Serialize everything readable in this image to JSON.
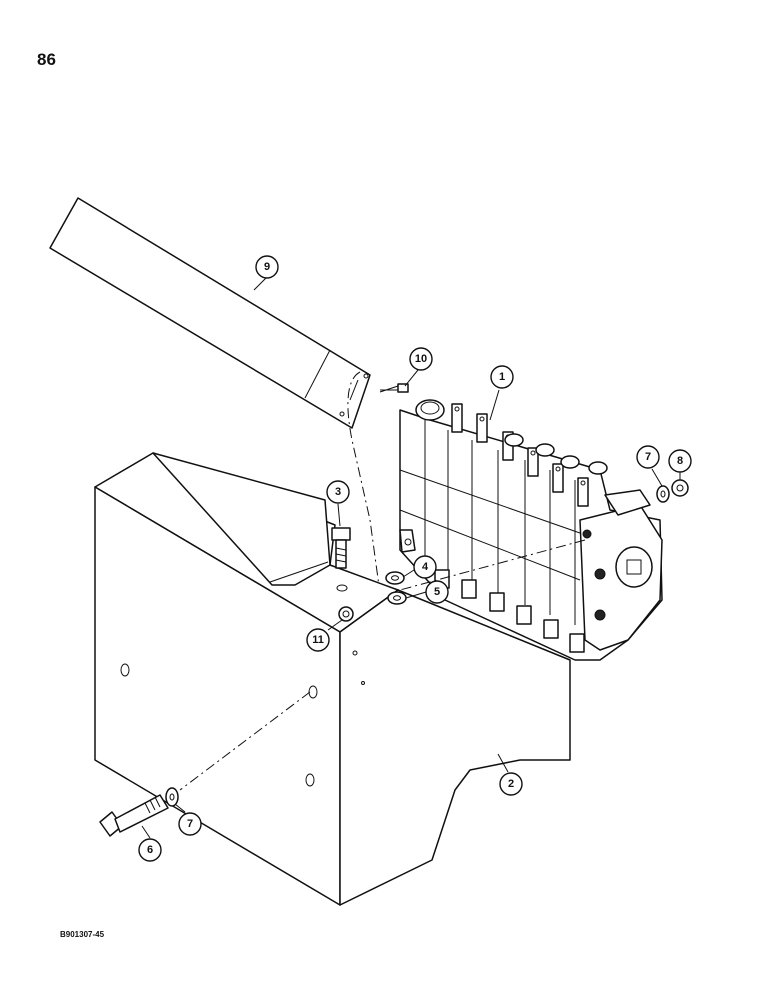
{
  "page": {
    "number": "86",
    "figure_code": "B901307-45"
  },
  "callouts": [
    {
      "id": "1",
      "label": "1"
    },
    {
      "id": "2",
      "label": "2"
    },
    {
      "id": "3",
      "label": "3"
    },
    {
      "id": "4",
      "label": "4"
    },
    {
      "id": "5",
      "label": "5"
    },
    {
      "id": "6",
      "label": "6"
    },
    {
      "id": "7a",
      "label": "7"
    },
    {
      "id": "7b",
      "label": "7"
    },
    {
      "id": "8",
      "label": "8"
    },
    {
      "id": "9",
      "label": "9"
    },
    {
      "id": "10",
      "label": "10"
    },
    {
      "id": "11",
      "label": "11"
    }
  ]
}
